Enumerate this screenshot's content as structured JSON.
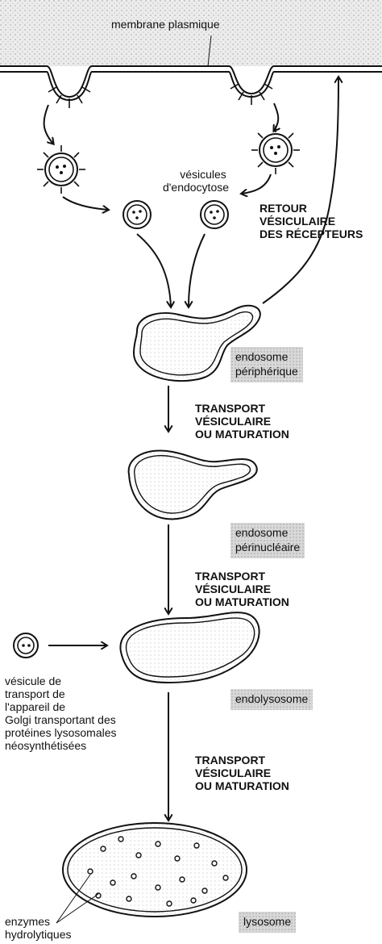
{
  "membrane_label": "membrane plasmique",
  "vesicles_label": [
    "vésicules",
    "d'endocytose"
  ],
  "return_label": [
    "RETOUR",
    "VÉSICULAIRE",
    "DES RÉCEPTEURS"
  ],
  "transport_1": [
    "TRANSPORT",
    "VÉSICULAIRE",
    "OU MATURATION"
  ],
  "transport_2": [
    "TRANSPORT",
    "VÉSICULAIRE",
    "OU MATURATION"
  ],
  "transport_3": [
    "TRANSPORT",
    "VÉSICULAIRE",
    "OU MATURATION"
  ],
  "endosome_peripheral": [
    "endosome",
    "périphérique"
  ],
  "endosome_perinuclear": [
    "endosome",
    "périnucléaire"
  ],
  "endolysosome": "endolysosome",
  "lysosome": "lysosome",
  "golgi_vesicle_label": [
    "vésicule de",
    "transport de",
    "l'appareil de",
    "Golgi transportant des",
    "protéines lysosomales",
    "néosynthétisées"
  ],
  "enzymes_label": [
    "enzymes",
    "hydrolytiques"
  ]
}
